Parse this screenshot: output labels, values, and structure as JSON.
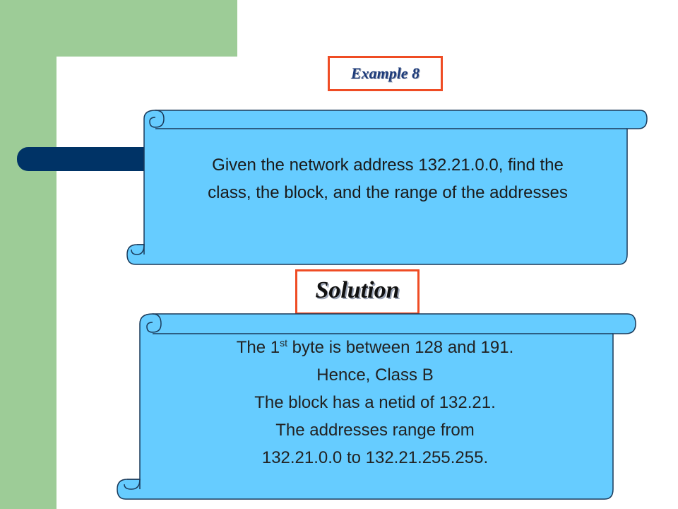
{
  "slide": {
    "title": "Example 8",
    "problem": {
      "line1": "Given the network address 132.21.0.0, find the",
      "line2": "class, the block, and the range of the addresses"
    },
    "solution_label": "Solution",
    "solution": {
      "line1_prefix": "The 1",
      "line1_sup": "st",
      "line1_suffix": " byte is between 128 and 191.",
      "line2": "Hence, Class B",
      "line3": "The block has a netid of 132.21.",
      "line4": "The addresses range from",
      "line5": "132.21.0.0 to 132.21.255.255."
    }
  },
  "colors": {
    "green": "#9dcc97",
    "navy": "#003366",
    "scroll_fill": "#66ccff",
    "box_border": "#ef4c24"
  }
}
